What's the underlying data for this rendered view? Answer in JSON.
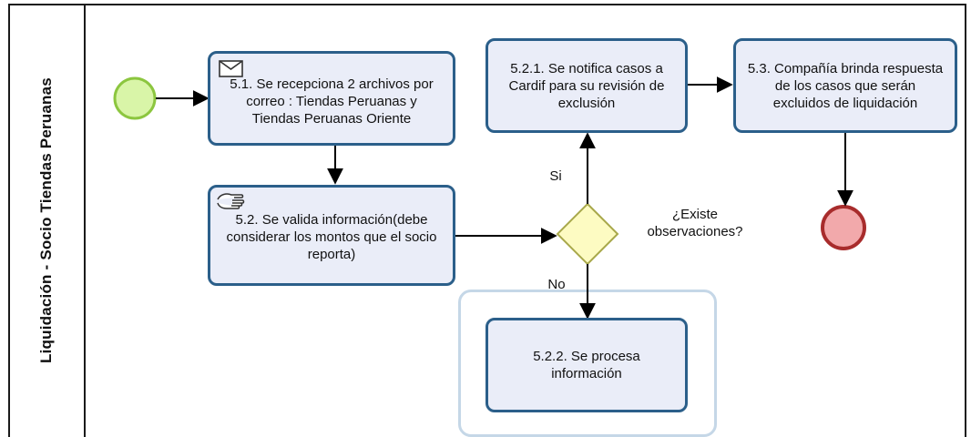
{
  "lane": {
    "title": "Liquidación - Socio Tiendas Peruanas"
  },
  "tasks": {
    "t51": "5.1. Se recepciona 2 archivos por correo : Tiendas Peruanas y Tiendas Peruanas Oriente",
    "t52": "5.2. Se valida información(debe considerar los montos que el socio reporta)",
    "t521": "5.2.1. Se notifica casos a Cardif para su revisión de exclusión",
    "t53": "5.3. Compañía brinda respuesta de los casos que serán excluidos de liquidación",
    "t522": "5.2.2. Se procesa información"
  },
  "gateway": {
    "question": "¿Existe observaciones?",
    "yes": "Si",
    "no": "No"
  },
  "icons": {
    "t51": "envelope-icon",
    "t52": "hand-icon"
  },
  "colors": {
    "task_fill": "#eaedf8",
    "task_border": "#2b5f8a",
    "start": "#d9f5a8",
    "end": "#f2a9ab",
    "gateway": "#fdfbc2"
  }
}
